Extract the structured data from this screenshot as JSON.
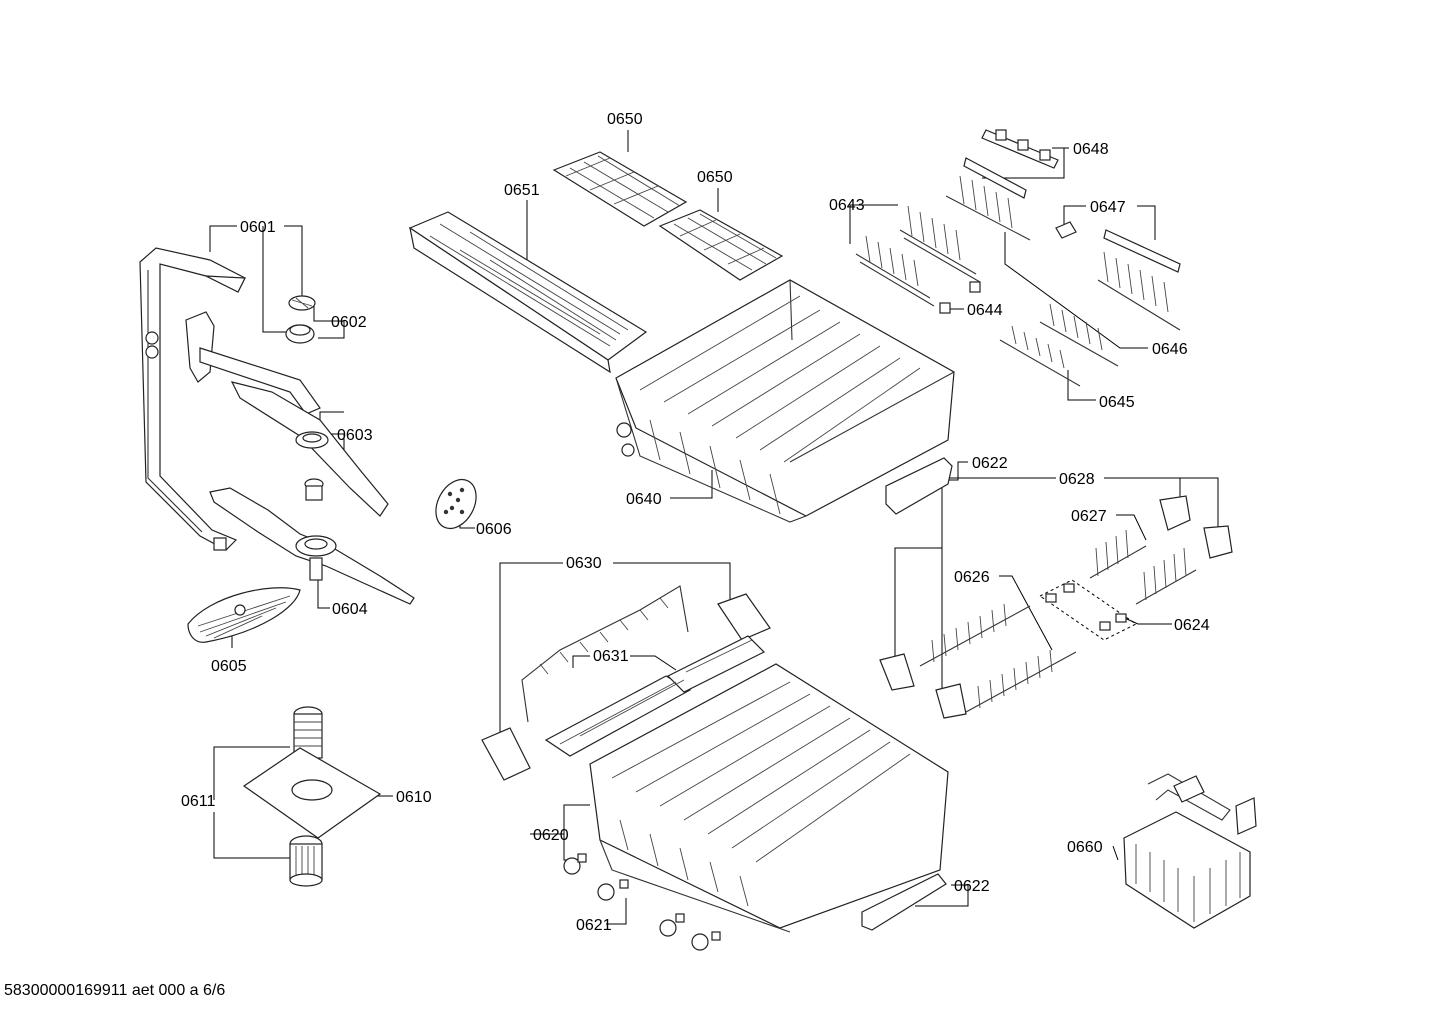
{
  "footer": "58300000169911 aet 000 a 6/6",
  "labels": {
    "l0601": "0601",
    "l0602": "0602",
    "l0603": "0603",
    "l0604": "0604",
    "l0605": "0605",
    "l0606": "0606",
    "l0610": "0610",
    "l0611": "0611",
    "l0620": "0620",
    "l0621": "0621",
    "l0622a": "0622",
    "l0622b": "0622",
    "l0624": "0624",
    "l0626": "0626",
    "l0627": "0627",
    "l0628": "0628",
    "l0630": "0630",
    "l0631": "0631",
    "l0640": "0640",
    "l0643": "0643",
    "l0644": "0644",
    "l0645": "0645",
    "l0646": "0646",
    "l0647": "0647",
    "l0648": "0648",
    "l0650a": "0650",
    "l0650b": "0650",
    "l0651": "0651",
    "l0660": "0660"
  }
}
